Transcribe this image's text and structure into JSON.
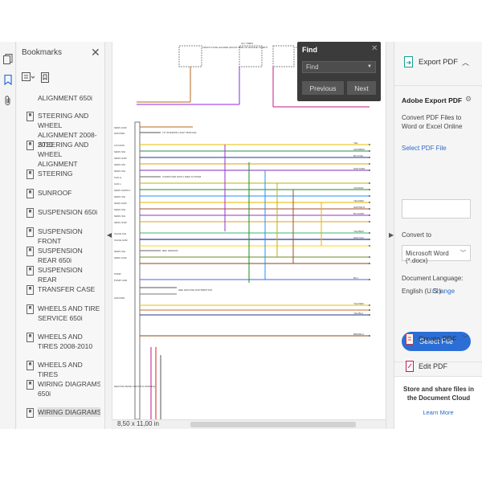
{
  "bookmarks": {
    "title": "Bookmarks",
    "close_icon": "close-icon",
    "items": [
      {
        "label": "ALIGNMENT 650i"
      },
      {
        "label": "STEERING AND WHEEL ALIGNMENT 2008-2010"
      },
      {
        "label": "STEERING AND WHEEL ALIGNMENT"
      },
      {
        "label": "STEERING"
      },
      {
        "label": "SUNROOF"
      },
      {
        "label": "SUSPENSION 650i"
      },
      {
        "label": "SUSPENSION FRONT"
      },
      {
        "label": "SUSPENSION REAR 650i"
      },
      {
        "label": "SUSPENSION REAR"
      },
      {
        "label": "TRANSFER CASE"
      },
      {
        "label": "WHEELS AND TIRE SERVICE 650i"
      },
      {
        "label": "WHEELS AND TIRES 2008-2010"
      },
      {
        "label": "WHEELS AND TIRES"
      },
      {
        "label": "WIRING DIAGRAMS 650i"
      },
      {
        "label": "WIRING DIAGRAMS"
      }
    ]
  },
  "document": {
    "page_size": "8,50 x 11,00 in",
    "diagram": {
      "top_labels": [
        "FRONT FUSE HOLDER (RIGHT SIDE OF ENGINE COMPT)",
        "ALL TIMES",
        "FUSE BOX (RIGHT SIDE OF DASH)"
      ],
      "left_labels": [
        "SENS GND",
        "GROUND",
        "LIN DATA",
        "SENS SIG",
        "SENS GND",
        "SENS SIG",
        "SENS SIG",
        "CAN H",
        "CAN L",
        "SENS SUPPLY",
        "SENS SIG",
        "SENS GND",
        "SENS SIG",
        "SENS SIG",
        "SENS GND",
        "VALVE SIG",
        "VALVE GND",
        "SENS SIG",
        "SENS GND",
        "PUMP",
        "PUMP GND",
        "GROUND",
        "HEATING BASE CONTROL MODULE"
      ],
      "right_labels": [
        "YEL",
        "GRN/BRN",
        "BLU/YEL",
        "WHT/GRN",
        "VIO/WHT",
        "YEL/RED",
        "GRN/WHT",
        "BLU/GRN",
        "YEL/BRN",
        "WHT/VIO",
        "BLU",
        "YEL/RED",
        "YEL/BLU",
        "BRN/BLU"
      ],
      "inline_labels": [
        "TO INTERIOR LIGHT MODULE",
        "COMPUTER DATA LINES SYSTEM",
        "REF SENSOR",
        "SEE GROUND DISTRIBUTION"
      ]
    }
  },
  "find": {
    "title": "Find",
    "placeholder": "Find",
    "previous": "Previous",
    "next": "Next"
  },
  "right_panel": {
    "export_label": "Export PDF",
    "heading": "Adobe Export PDF",
    "description": "Convert PDF Files to Word or Excel Online",
    "select_file_link": "Select PDF File",
    "convert_to_label": "Convert to",
    "convert_to_value": "Microsoft Word (*.docx)",
    "language_label": "Document Language:",
    "language_value": "English (U.S.)",
    "change_link": "Change",
    "select_file_button": "Select File",
    "create_pdf": "Create PDF",
    "edit_pdf": "Edit PDF",
    "cloud_text": "Store and share files in the Document Cloud",
    "learn_more": "Learn More"
  },
  "colors": {
    "accent": "#2b6fd6",
    "link": "#2d6ac7",
    "find_bg": "#3b3b3b"
  }
}
